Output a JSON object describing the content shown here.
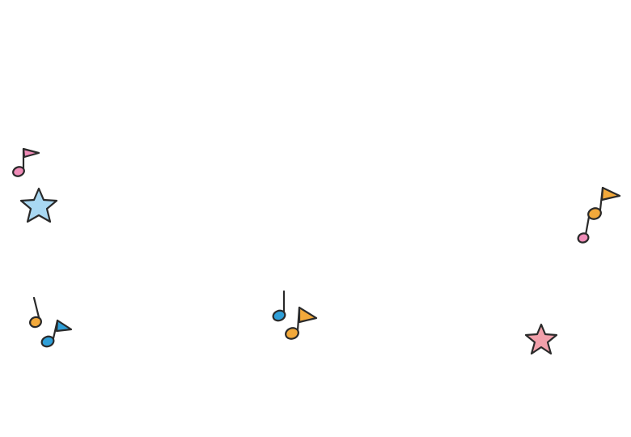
{
  "scene": {
    "background_color": "#ffffff",
    "outline_color": "#2a2a2a",
    "palette": {
      "pink": "#f08cb8",
      "orange": "#f2a93b",
      "blue": "#2f9fd8",
      "light_blue": "#a9d8f2",
      "rose": "#f2a0ab"
    },
    "decorations": [
      {
        "name": "pink-flag-note-icon",
        "kind": "flag-note",
        "color_key": "pink",
        "icon": "music-note-icon"
      },
      {
        "name": "light-blue-star-icon",
        "kind": "star",
        "color_key": "light_blue",
        "icon": "star-icon"
      },
      {
        "name": "orange-blue-note-pair-icon",
        "kind": "note-pair-left",
        "color_key": "orange",
        "color2_key": "blue",
        "icon": "music-notes-icon"
      },
      {
        "name": "blue-orange-note-pair-icon",
        "kind": "note-pair-center",
        "color_key": "blue",
        "color2_key": "orange",
        "icon": "music-notes-icon"
      },
      {
        "name": "orange-pink-note-pair-icon",
        "kind": "note-pair-right",
        "color_key": "orange",
        "color2_key": "pink",
        "icon": "music-notes-icon"
      },
      {
        "name": "rose-star-icon",
        "kind": "star",
        "color_key": "rose",
        "icon": "star-icon"
      }
    ]
  }
}
